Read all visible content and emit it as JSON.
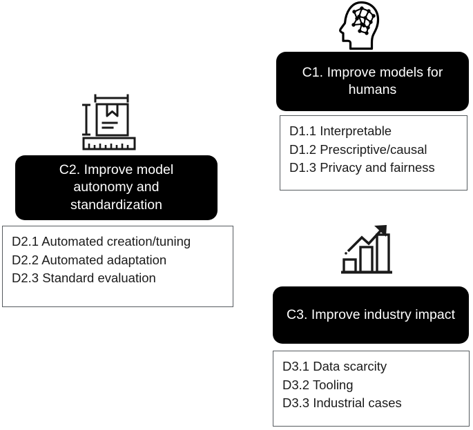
{
  "diagram": {
    "background_color": "#ffffff",
    "capsule_color": "#000000",
    "capsule_text_color": "#ffffff",
    "panel_border_color": "#555a5e",
    "panel_text_color": "#1a1a1a",
    "clusters": [
      {
        "id": "C1",
        "icon": "head-with-neural-network-icon",
        "title": "C1. Improve models for\nhumans",
        "items": [
          "D1.1 Interpretable",
          "D1.2 Prescriptive/causal",
          "D1.3 Privacy and fairness"
        ]
      },
      {
        "id": "C2",
        "icon": "package-measurement-ruler-icon",
        "title": "C2. Improve model\nautonomy and\nstandardization",
        "items": [
          "D2.1 Automated creation/tuning",
          "D2.2 Automated adaptation",
          "D2.3 Standard evaluation"
        ]
      },
      {
        "id": "C3",
        "icon": "growth-bar-chart-arrow-icon",
        "title": "C3. Improve industry impact",
        "items": [
          "D3.1 Data scarcity",
          "D3.2 Tooling",
          "D3.3 Industrial cases"
        ]
      }
    ]
  }
}
